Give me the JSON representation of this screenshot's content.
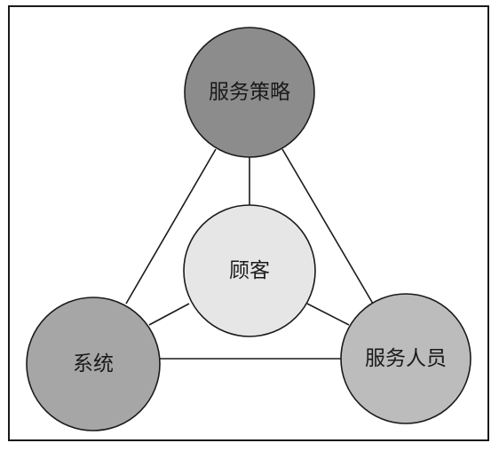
{
  "diagram": {
    "nodes": {
      "top": {
        "label": "服务策略",
        "fill": "#8c8c8c"
      },
      "center": {
        "label": "顾客",
        "fill": "#e6e6e6"
      },
      "left": {
        "label": "系统",
        "fill": "#a6a6a6"
      },
      "right": {
        "label": "服务人员",
        "fill": "#bcbcbc"
      }
    },
    "edges": [
      [
        "top",
        "left"
      ],
      [
        "top",
        "right"
      ],
      [
        "left",
        "right"
      ],
      [
        "center",
        "top"
      ],
      [
        "center",
        "left"
      ],
      [
        "center",
        "right"
      ]
    ],
    "colors": {
      "stroke": "#1a1a1a",
      "background": "#ffffff"
    }
  }
}
